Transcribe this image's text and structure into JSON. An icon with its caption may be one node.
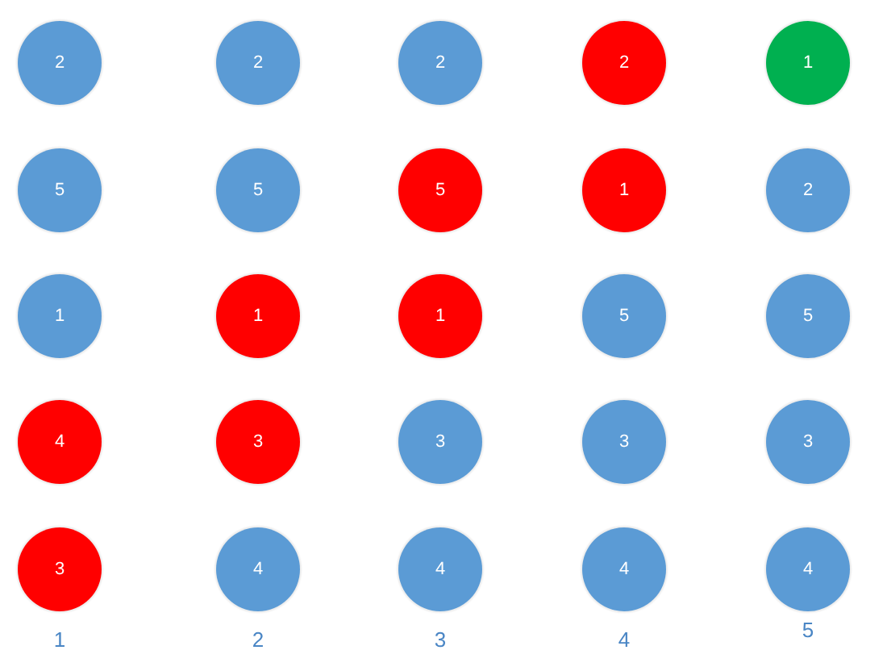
{
  "diagram": {
    "nodes": [
      {
        "text": [
          "2"
        ]
      },
      {
        "text": [
          "2"
        ]
      },
      {
        "text": [
          "2"
        ]
      },
      {
        "text": [
          "2"
        ]
      },
      {
        "text": [
          "1"
        ]
      },
      {
        "text": [
          "5"
        ]
      },
      {
        "text": [
          "5"
        ]
      },
      {
        "text": [
          "5"
        ]
      },
      {
        "text": [
          "1"
        ]
      },
      {
        "text": [
          "2"
        ]
      },
      {
        "text": [
          "1"
        ]
      },
      {
        "text": [
          "1"
        ]
      },
      {
        "text": [
          "1"
        ]
      },
      {
        "text": [
          "5"
        ]
      },
      {
        "text": [
          "5"
        ]
      },
      {
        "text": [
          "4"
        ]
      },
      {
        "text": [
          "3"
        ]
      },
      {
        "text": [
          "3"
        ]
      },
      {
        "text": [
          "3"
        ]
      },
      {
        "text": [
          "3"
        ]
      },
      {
        "text": [
          "3"
        ]
      },
      {
        "text": [
          "4"
        ]
      },
      {
        "text": [
          "4"
        ]
      },
      {
        "text": [
          "4"
        ]
      },
      {
        "text": [
          "4"
        ]
      }
    ],
    "labels": [
      "1",
      "2",
      "3",
      "4",
      "5"
    ]
  }
}
